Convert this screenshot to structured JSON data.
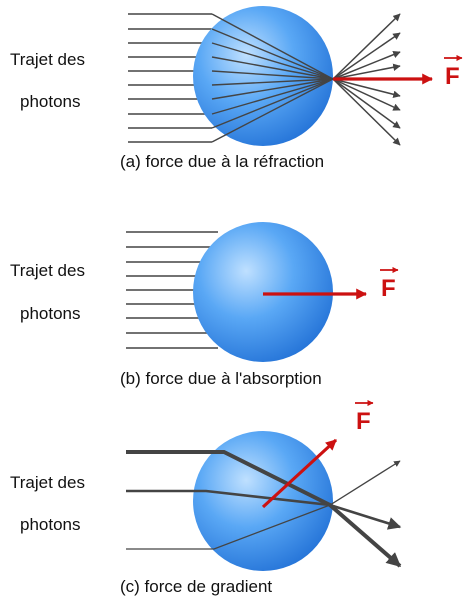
{
  "panels": [
    {
      "id": "a",
      "label_line1": "Trajet des",
      "label_line2": "photons",
      "caption": "(a) force due à la réfraction",
      "force_symbol": "F"
    },
    {
      "id": "b",
      "label_line1": "Trajet des",
      "label_line2": "photons",
      "caption": "(b) force due à l'absorption",
      "force_symbol": "F"
    },
    {
      "id": "c",
      "label_line1": "Trajet des",
      "label_line2": "photons",
      "caption": "(c) force de gradient",
      "force_symbol": "F"
    }
  ],
  "colors": {
    "sphere_light": "#b9dcff",
    "sphere_mid": "#3d94f0",
    "sphere_dark": "#1f6fd6",
    "ray": "#444444",
    "force": "#cc1111"
  }
}
